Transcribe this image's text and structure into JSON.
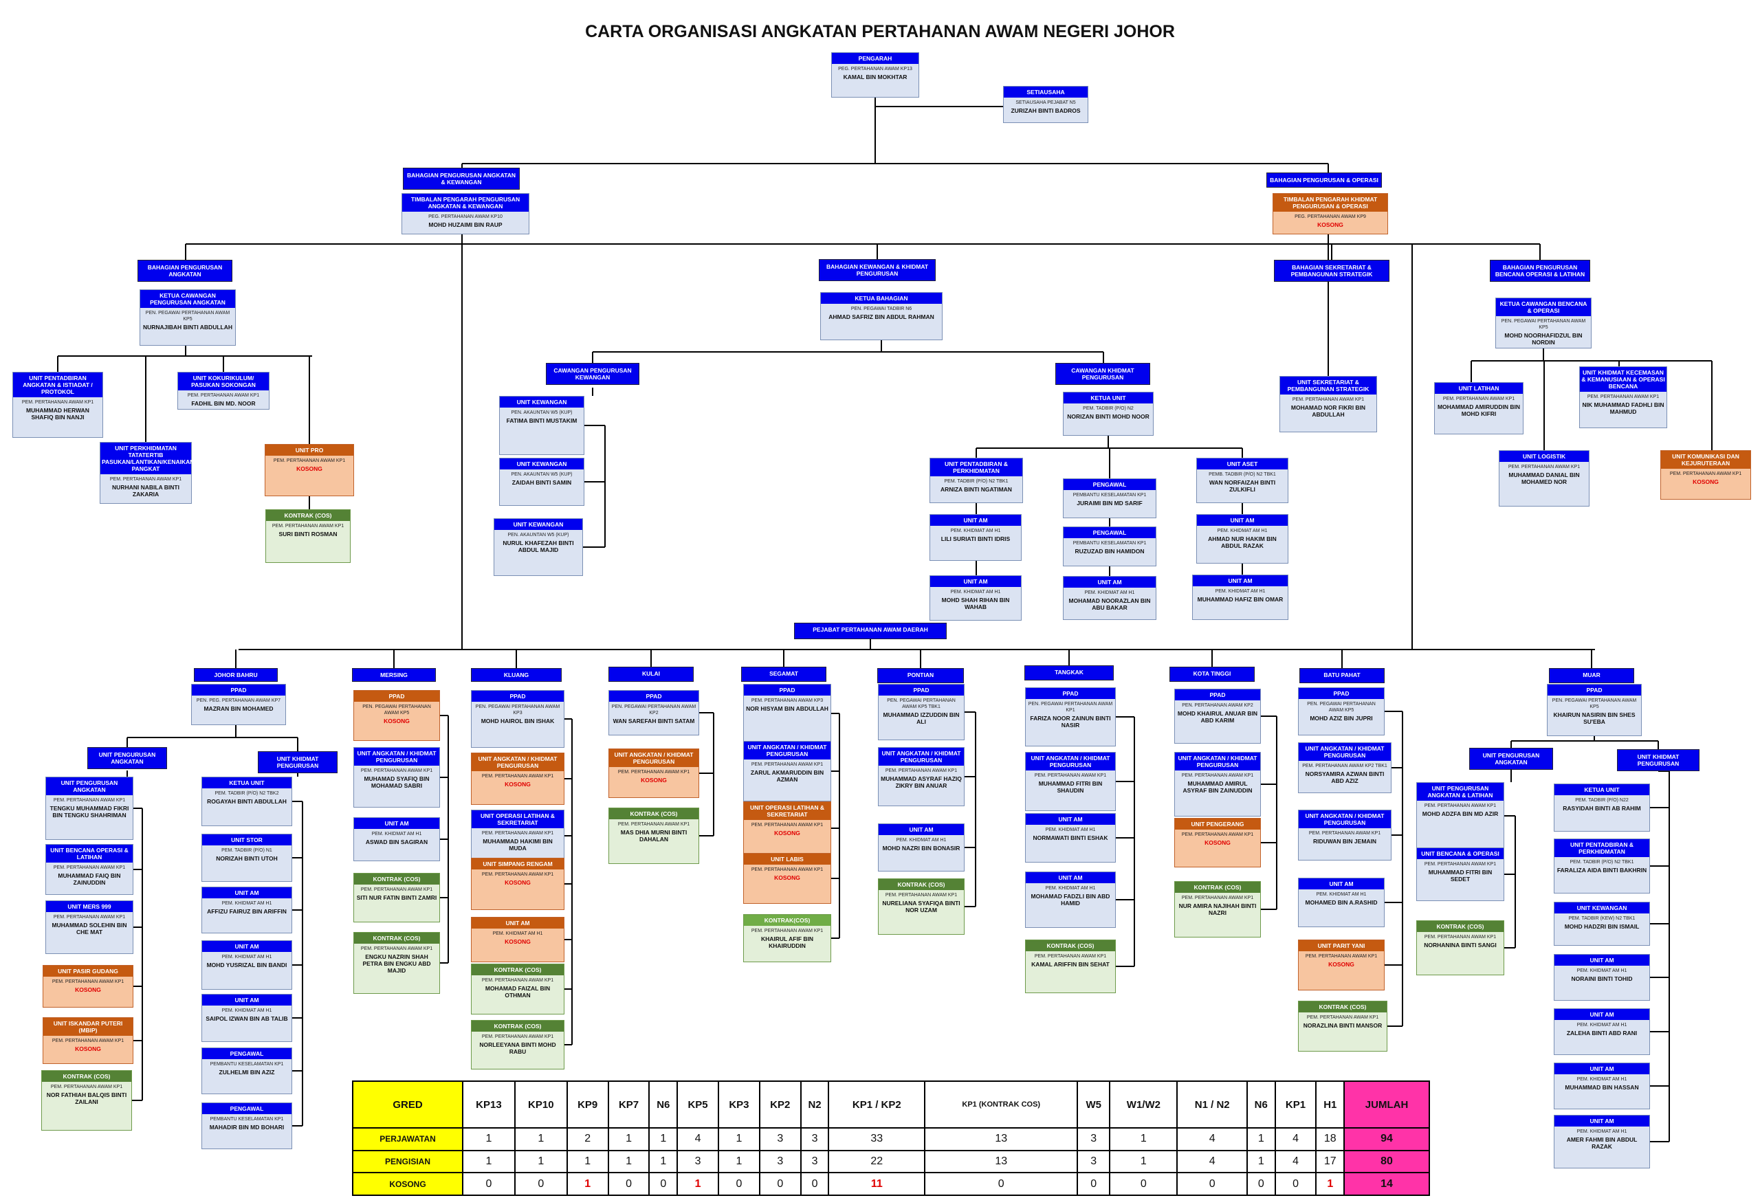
{
  "title": "CARTA ORGANISASI ANGKATAN PERTAHANAN AWAM NEGERI JOHOR",
  "colors": {
    "header_blue": "#0000ee",
    "body_blue": "#dbe3f2",
    "orange": "#c55a11",
    "green": "#548235",
    "kosong": "#e00000",
    "gred_yellow": "#ffff00",
    "jumlah_pink": "#ff33a8"
  },
  "boxes": [
    {
      "id": "pengarah",
      "h": "PENGARAH",
      "p": "PEG. PERTAHANAN AWAM KP13",
      "n": "KAMAL BIN MOKHTAR"
    },
    {
      "id": "setiausaha",
      "h": "SETIAUSAHA",
      "p": "SETIAUSAHA PEJABAT N5",
      "n": "ZURIZAH BINTI BADROS"
    },
    {
      "id": "bpak",
      "h": "BAHAGIAN PENGURUSAN ANGKATAN & KEWANGAN",
      "p": "",
      "n": ""
    },
    {
      "id": "tpak",
      "h": "TIMBALAN PENGARAH PENGURUSAN ANGKATAN & KEWANGAN",
      "p": "PEG. PERTAHANAN AWAM KP10",
      "n": "MOHD HUZAIMI BIN RAUP"
    },
    {
      "id": "bpo",
      "h": "BAHAGIAN PENGURUSAN & OPERASI",
      "p": "",
      "n": ""
    },
    {
      "id": "tpko",
      "h": "TIMBALAN PENGARAH KHIDMAT PENGURUSAN & OPERASI",
      "p": "PEG. PERTAHANAN AWAM KP9",
      "n": "KOSONG",
      "c": "orange",
      "k": true
    },
    {
      "id": "bpa",
      "h": "BAHAGIAN PENGURUSAN ANGKATAN",
      "p": "",
      "n": ""
    },
    {
      "id": "kcpa",
      "h": "KETUA CAWANGAN PENGURUSAN ANGKATAN",
      "p": "PEN. PEGAWAI PERTAHANAN AWAM KP5",
      "n": "NURNAJIBAH BINTI ABDULLAH"
    },
    {
      "id": "upatp",
      "h": "UNIT PENTADBIRAN ANGKATAN & ISTIADAT / PROTOKOL",
      "p": "PEM. PERTAHANAN AWAM KP1",
      "n": "MUHAMMAD HERWAN SHAFIQ BIN NANJI"
    },
    {
      "id": "ukps",
      "h": "UNIT KOKURIKULUM/ PASUKAN SOKONGAN",
      "p": "PEM. PERTAHANAN AWAM KP1",
      "n": "FADHIL BIN MD. NOOR"
    },
    {
      "id": "upt",
      "h": "UNIT PERKHIDMATAN TATATERTIB PASUKAN/LANTIKAN/KENAIKAN PANGKAT",
      "p": "PEM. PERTAHANAN AWAM KP1",
      "n": "NURHANI NABILA BINTI ZAKARIA"
    },
    {
      "id": "upro",
      "h": "UNIT PRO",
      "p": "PEM. PERTAHANAN AWAM KP1",
      "n": "KOSONG",
      "c": "orange",
      "k": true
    },
    {
      "id": "kcos1",
      "h": "KONTRAK (COS)",
      "p": "PEM. PERTAHANAN AWAM KP1",
      "n": "SURI BINTI ROSMAN",
      "c": "green"
    },
    {
      "id": "bkkp",
      "h": "BAHAGIAN KEWANGAN & KHIDMAT PENGURUSAN",
      "p": "",
      "n": ""
    },
    {
      "id": "kb",
      "h": "KETUA BAHAGIAN",
      "p": "PEN. PEGAWAI TADBIR N6",
      "n": "AHMAD SAFRIZ BIN ABDUL RAHMAN"
    },
    {
      "id": "cpk",
      "h": "CAWANGAN PENGURUSAN KEWANGAN",
      "p": "",
      "n": ""
    },
    {
      "id": "uk1",
      "h": "UNIT KEWANGAN",
      "p": "PEN. AKAUNTAN W5 (KUP)",
      "n": "FATIMA BINTI MUSTAKIM"
    },
    {
      "id": "uk2",
      "h": "UNIT KEWANGAN",
      "p": "PEN. AKAUNTAN W5 (KUP)",
      "n": "ZAIDAH BINTI SAMIN"
    },
    {
      "id": "uk3",
      "h": "UNIT KEWANGAN",
      "p": "PEN. AKAUNTAN W5 (KUP)",
      "n": "NURUL KHAFEZAH BINTI ABDUL MAJID"
    },
    {
      "id": "ckp",
      "h": "CAWANGAN KHIDMAT PENGURUSAN",
      "p": "",
      "n": ""
    },
    {
      "id": "ku",
      "h": "KETUA UNIT",
      "p": "PEM. TADBIR (P/O) N2",
      "n": "NORIZAN BINTI MOHD NOOR"
    },
    {
      "id": "upp",
      "h": "UNIT PENTADBIRAN & PERKHIDMATAN",
      "p": "PEM. TADBIR (P/O) N2 TBK1",
      "n": "ARNIZA BINTI NGATIMAN"
    },
    {
      "id": "uam1",
      "h": "UNIT AM",
      "p": "PEM. KHIDMAT AM H1",
      "n": "LILI SURIATI BINTI IDRIS"
    },
    {
      "id": "uam2",
      "h": "UNIT AM",
      "p": "PEM. KHIDMAT AM H1",
      "n": "MOHD SHAH RIHAN BIN WAHAB"
    },
    {
      "id": "peng1",
      "h": "PENGAWAL",
      "p": "PEMBANTU KESELAMATAN KP1",
      "n": "JURAIMI BIN MD SARIF"
    },
    {
      "id": "peng2",
      "h": "PENGAWAL",
      "p": "PEMBANTU KESELAMATAN KP1",
      "n": "RUZUZAD BIN HAMIDON"
    },
    {
      "id": "uam3",
      "h": "UNIT AM",
      "p": "PEM. KHIDMAT AM H1",
      "n": "MOHAMAD NOORAZLAN BIN ABU BAKAR"
    },
    {
      "id": "uaset",
      "h": "UNIT ASET",
      "p": "PEMB. TADBIR (P/O) N2 TBK1",
      "n": "WAN NORFAIZAH BINTI ZULKIFLI"
    },
    {
      "id": "uam4",
      "h": "UNIT AM",
      "p": "PEM. KHIDMAT AM H1",
      "n": "AHMAD NUR HAKIM BIN ABDUL RAZAK"
    },
    {
      "id": "uam5",
      "h": "UNIT AM",
      "p": "PEM. KHIDMAT AM H1",
      "n": "MUHAMMAD HAFIZ BIN OMAR"
    },
    {
      "id": "bspt",
      "h": "BAHAGIAN SEKRETARIAT & PEMBANGUNAN STRATEGIK",
      "p": "",
      "n": ""
    },
    {
      "id": "uspt",
      "h": "UNIT SEKRETARIAT & PEMBANGUNAN STRATEGIK",
      "p": "PEM. PERTAHANAN AWAM KP1",
      "n": "MOHAMAD NOR FIKRI BIN ABDULLAH"
    },
    {
      "id": "bpbol",
      "h": "BAHAGIAN PENGURUSAN BENCANA OPERASI & LATIHAN",
      "p": "",
      "n": ""
    },
    {
      "id": "kcbol",
      "h": "KETUA CAWANGAN BENCANA & OPERASI",
      "p": "PEN. PEGAWAI PERTAHANAN AWAM KP5",
      "n": "MOHD NOORHAFIDZUL BIN NORDIN"
    },
    {
      "id": "ulat",
      "h": "UNIT LATIHAN",
      "p": "PEM. PERTAHANAN AWAM KP1",
      "n": "MOHAMMAD AMIRUDDIN BIN MOHD KIFRI"
    },
    {
      "id": "ukkob",
      "h": "UNIT KHIDMAT KECEMASAN & KEMANUSIAAN & OPERASI BENCANA",
      "p": "PEM. PERTAHANAN AWAM KP1",
      "n": "NIK MUHAMMAD FADHLI BIN MAHMUD"
    },
    {
      "id": "ulog",
      "h": "UNIT LOGISTIK",
      "p": "PEM. PERTAHANAN AWAM KP1",
      "n": "MUHAMMAD DANIAL BIN MOHAMED NOR"
    },
    {
      "id": "ukk",
      "h": "UNIT KOMUNIKASI DAN KEJURUTERAAN",
      "p": "PEM. PERTAHANAN AWAM KP1",
      "n": "KOSONG",
      "c": "orange",
      "k": true
    },
    {
      "id": "jb_ppad",
      "h": "PPAD",
      "p": "PEN. PEG. PERTAHANAN AWAM KP7",
      "n": "MAZRAN BIN MOHAMED"
    },
    {
      "id": "jb_upa",
      "h": "UNIT PENGURUSAN ANGKATAN",
      "p": "",
      "n": ""
    },
    {
      "id": "jb_ukp",
      "h": "UNIT KHIDMAT PENGURUSAN",
      "p": "",
      "n": ""
    },
    {
      "id": "jb_upal",
      "h": "UNIT PENGURUSAN ANGKATAN",
      "p": "PEM. PERTAHANAN AWAM KP1",
      "n": "TENGKU MUHAMMAD FIKRI BIN TENGKU SHAHRIMAN"
    },
    {
      "id": "jb_ubol",
      "h": "UNIT BENCANA OPERASI & LATIHAN",
      "p": "PEM. PERTAHANAN AWAM KP1",
      "n": "MUHAMMAD FAIQ BIN ZAINUDDIN"
    },
    {
      "id": "jb_mers",
      "h": "UNIT MERS 999",
      "p": "PEM. PERTAHANAN AWAM KP1",
      "n": "MUHAMMAD SOLEHIN BIN CHE MAT"
    },
    {
      "id": "jb_upg",
      "h": "UNIT PASIR GUDANG",
      "p": "PEM. PERTAHANAN AWAM KP1",
      "n": "KOSONG",
      "c": "orange",
      "k": true
    },
    {
      "id": "jb_uip",
      "h": "UNIT ISKANDAR PUTERI (MBIP)",
      "p": "PEM. PERTAHANAN AWAM KP1",
      "n": "KOSONG",
      "c": "orange",
      "k": true
    },
    {
      "id": "jb_kcos",
      "h": "KONTRAK (COS)",
      "p": "PEM. PERTAHANAN AWAM KP1",
      "n": "NOR FATHIAH BALQIS BINTI ZAILANI",
      "c": "green"
    },
    {
      "id": "jb_ku",
      "h": "KETUA UNIT",
      "p": "PEM. TADBIR (P/O) N2 TBK2",
      "n": "ROGAYAH BINTI ABDULLAH"
    },
    {
      "id": "jb_ustor",
      "h": "UNIT STOR",
      "p": "PEM. TADBIR (P/O) N1",
      "n": "NORIZAH BINTI UTOH"
    },
    {
      "id": "jb_uam1",
      "h": "UNIT AM",
      "p": "PEM. KHIDMAT AM H1",
      "n": "AFFIZU FAIRUZ BIN ARIFFIN"
    },
    {
      "id": "jb_uam2",
      "h": "UNIT AM",
      "p": "PEM. KHIDMAT AM H1",
      "n": "MOHD YUSRIZAL BIN BANDI"
    },
    {
      "id": "jb_uam3",
      "h": "UNIT AM",
      "p": "PEM. KHIDMAT AM H1",
      "n": "SAIPOL IZWAN BIN AB TALIB"
    },
    {
      "id": "jb_peng1",
      "h": "PENGAWAL",
      "p": "PEMBANTU KESELAMATAN KP1",
      "n": "ZULHELMI BIN AZIZ"
    },
    {
      "id": "jb_peng2",
      "h": "PENGAWAL",
      "p": "PEMBANTU KESELAMATAN KP1",
      "n": "MAHADIR BIN MD BOHARI"
    },
    {
      "id": "me_ppad",
      "h": "PPAD",
      "p": "PEN. PEGAWAI PERTAHANAN AWAM KP5",
      "n": "KOSONG",
      "c": "orange",
      "k": true
    },
    {
      "id": "me_uakp",
      "h": "UNIT ANGKATAN / KHIDMAT PENGURUSAN",
      "p": "PEM. PERTAHANAN AWAM KP1",
      "n": "MUHAMAD SYAFIQ BIN MOHAMAD SABRI"
    },
    {
      "id": "me_uam",
      "h": "UNIT AM",
      "p": "PEM. KHIDMAT AM H1",
      "n": "ASWAD BIN SAGIRAN"
    },
    {
      "id": "me_kcos1",
      "h": "KONTRAK (COS)",
      "p": "PEM. PERTAHANAN AWAM KP1",
      "n": "SITI NUR FATIN BINTI ZAMRI",
      "c": "green"
    },
    {
      "id": "me_kcos2",
      "h": "KONTRAK (COS)",
      "p": "PEM. PERTAHANAN AWAM KP1",
      "n": "ENGKU NAZRIN SHAH PETRA BIN ENGKU ABD MAJID",
      "c": "green"
    },
    {
      "id": "kl_ppad",
      "h": "PPAD",
      "p": "PEN. PEGAWAI PERTAHANAN AWAM KP3",
      "n": "MOHD HAIROL BIN ISHAK"
    },
    {
      "id": "kl_uakp",
      "h": "UNIT ANGKATAN / KHIDMAT PENGURUSAN",
      "p": "PEM. PERTAHANAN AWAM KP1",
      "n": "KOSONG",
      "c": "orange",
      "k": true
    },
    {
      "id": "kl_uols",
      "h": "UNIT OPERASI LATIHAN & SEKRETARIAT",
      "p": "PEM. PERTAHANAN AWAM KP1",
      "n": "MUHAMMAD HAKIMI BIN MUDA"
    },
    {
      "id": "kl_usr",
      "h": "UNIT SIMPANG RENGAM",
      "p": "PEM. PERTAHANAN AWAM KP1",
      "n": "KOSONG",
      "c": "orange",
      "k": true
    },
    {
      "id": "kl_uam",
      "h": "UNIT AM",
      "p": "PEM. KHIDMAT AM H1",
      "n": "KOSONG",
      "c": "orange",
      "k": true
    },
    {
      "id": "kl_kcos1",
      "h": "KONTRAK (COS)",
      "p": "PEM. PERTAHANAN AWAM KP1",
      "n": "MOHAMAD FAIZAL BIN OTHMAN",
      "c": "green"
    },
    {
      "id": "kl_kcos2",
      "h": "KONTRAK (COS)",
      "p": "PEM. PERTAHANAN AWAM KP1",
      "n": "NORLEEYANA BINTI MOHD RABU",
      "c": "green"
    },
    {
      "id": "ku_ppad",
      "h": "PPAD",
      "p": "PEN. PEGAWAI PERTAHANAN AWAM KP2",
      "n": "WAN SAREFAH BINTI SATAM"
    },
    {
      "id": "ku_uakp",
      "h": "UNIT ANGKATAN / KHIDMAT PENGURUSAN",
      "p": "PEM. PERTAHANAN AWAM KP1",
      "n": "KOSONG",
      "c": "orange",
      "k": true
    },
    {
      "id": "ku_kcos",
      "h": "KONTRAK (COS)",
      "p": "PEM. PERTAHANAN AWAM KP1",
      "n": "MAS DHIA MURNI BINTI DAHALAN",
      "c": "green"
    },
    {
      "id": "se_ppad",
      "h": "PPAD",
      "p": "PEM. PERTAHANAN AWAM KP3",
      "n": "NOR HISYAM BIN ABDULLAH"
    },
    {
      "id": "se_uakp",
      "h": "UNIT ANGKATAN / KHIDMAT PENGURUSAN",
      "p": "PEM. PERTAHANAN AWAM KP1",
      "n": "ZARUL AKMARUDDIN BIN AZMAN"
    },
    {
      "id": "se_uols",
      "h": "UNIT OPERASI LATIHAN & SEKRETARIAT",
      "p": "PEM. PERTAHANAN AWAM KP1",
      "n": "KOSONG",
      "c": "orange",
      "k": true
    },
    {
      "id": "se_ul",
      "h": "UNIT LABIS",
      "p": "PEM. PERTAHANAN AWAM KP1",
      "n": "KOSONG",
      "c": "orange",
      "k": true
    },
    {
      "id": "se_kcos",
      "h": "KONTRAK(COS)",
      "p": "PEM. PERTAHANAN AWAM KP1",
      "n": "KHAIRUL AFIF BIN KHAIRUDDIN",
      "c": "lgreen"
    },
    {
      "id": "po_ppad",
      "h": "PPAD",
      "p": "PEN. PEGAWAI PERTAHANAN AWAM KP5 TBK1",
      "n": "MUHAMMAD IZZUDDIN BIN ALI"
    },
    {
      "id": "po_uakp",
      "h": "UNIT ANGKATAN / KHIDMAT PENGURUSAN",
      "p": "PEM. PERTAHANAN AWAM KP1",
      "n": "MUHAMMAD ASYRAF HAZIQ ZIKRY BIN ANUAR"
    },
    {
      "id": "po_uam",
      "h": "UNIT AM",
      "p": "PEM. KHIDMAT AM H1",
      "n": "MOHD NAZRI BIN BONASIR"
    },
    {
      "id": "po_kcos",
      "h": "KONTRAK (COS)",
      "p": "PEM. PERTAHANAN AWAM KP1",
      "n": "NURELIANA SYAFIQA BINTI NOR UZAM",
      "c": "green"
    },
    {
      "id": "ta_ppad",
      "h": "PPAD",
      "p": "PEN. PEGAWAI PERTAHANAN AWAM KP1",
      "n": "FARIZA NOOR ZAINUN BINTI NASIR"
    },
    {
      "id": "ta_uakp",
      "h": "UNIT ANGKATAN / KHIDMAT PENGURUSAN",
      "p": "PEM. PERTAHANAN AWAM KP1",
      "n": "MUHAMMAD FITRI BIN SHAUDIN"
    },
    {
      "id": "ta_uam1",
      "h": "UNIT AM",
      "p": "PEM. KHIDMAT AM H1",
      "n": "NORMAWATI BINTI ESHAK"
    },
    {
      "id": "ta_uam2",
      "h": "UNIT AM",
      "p": "PEM. KHIDMAT AM H1",
      "n": "MOHAMAD FADZLI BIN ABD HAMID"
    },
    {
      "id": "ta_kcos",
      "h": "KONTRAK (COS)",
      "p": "PEM. PERTAHANAN AWAM KP1",
      "n": "KAMAL ARIFFIN BIN SEHAT",
      "c": "green"
    },
    {
      "id": "kt_ppad",
      "h": "PPAD",
      "p": "PEN. PERTAHANAN AWAM KP2",
      "n": "MOHD KHAIRUL ANUAR BIN ABD KARIM"
    },
    {
      "id": "kt_uakp",
      "h": "UNIT ANGKATAN / KHIDMAT PENGURUSAN",
      "p": "PEM. PERTAHANAN AWAM KP1",
      "n": "MUHAMMAD AMIRUL ASYRAF BIN ZAINUDDIN"
    },
    {
      "id": "kt_upg",
      "h": "UNIT PENGERANG",
      "p": "PEM. PERTAHANAN AWAM KP1",
      "n": "KOSONG",
      "c": "orange",
      "k": true
    },
    {
      "id": "kt_kcos",
      "h": "KONTRAK (COS)",
      "p": "PEM. PERTAHANAN AWAM KP1",
      "n": "NUR AMIRA NAJIHAH BINTI NAZRI",
      "c": "green"
    },
    {
      "id": "bp_ppad",
      "h": "PPAD",
      "p": "PEN. PEGAWAI PERTAHANAN AWAM KP5",
      "n": "MOHD AZIZ BIN JUPRI"
    },
    {
      "id": "bp_uakp1",
      "h": "UNIT ANGKATAN / KHIDMAT PENGURUSAN",
      "p": "PEM. PERTAHANAN AWAM KP2 TBK1",
      "n": "NORSYAMIRA AZWAN BINTI ABD AZIZ"
    },
    {
      "id": "bp_uakp2",
      "h": "UNIT ANGKATAN / KHIDMAT PENGURUSAN",
      "p": "PEM. PERTAHANAN AWAM KP1",
      "n": "RIDUWAN BIN JEMAIN"
    },
    {
      "id": "bp_uam",
      "h": "UNIT AM",
      "p": "PEM. KHIDMAT AM H1",
      "n": "MOHAMED BIN A.RASHID"
    },
    {
      "id": "bp_upy",
      "h": "UNIT PARIT YANI",
      "p": "PEM. PERTAHANAN AWAM KP1",
      "n": "KOSONG",
      "c": "orange",
      "k": true
    },
    {
      "id": "bp_kcos",
      "h": "KONTRAK (COS)",
      "p": "PEM. PERTAHANAN AWAM KP1",
      "n": "NORAZLINA BINTI MANSOR",
      "c": "green"
    },
    {
      "id": "mu_ppad",
      "h": "PPAD",
      "p": "PEN. PEGAWAI PERTAHANAN AWAM KP5",
      "n": "KHAIRUN NASIRIN BIN SHES SU'EBA"
    },
    {
      "id": "mu_upa",
      "h": "UNIT PENGURUSAN ANGKATAN",
      "p": "",
      "n": ""
    },
    {
      "id": "mu_ukp",
      "h": "UNIT KHIDMAT PENGURUSAN",
      "p": "",
      "n": ""
    },
    {
      "id": "mu_upal",
      "h": "UNIT PENGURUSAN ANGKATAN & LATIHAN",
      "p": "PEM. PERTAHANAN AWAM KP1",
      "n": "MOHD ADZFA BIN MD AZIR"
    },
    {
      "id": "mu_ubo",
      "h": "UNIT BENCANA & OPERASI",
      "p": "PEM. PERTAHANAN AWAM KP1",
      "n": "MUHAMMAD FITRI BIN SEDET"
    },
    {
      "id": "mu_kcos",
      "h": "KONTRAK (COS)",
      "p": "PEM. PERTAHANAN AWAM KP1",
      "n": "NORHANINA BINTI SANGI",
      "c": "green"
    },
    {
      "id": "mu_ku",
      "h": "KETUA UNIT",
      "p": "PEM. TADBIR (P/O) N22",
      "n": "RASYIDAH BINTI AB RAHIM"
    },
    {
      "id": "mu_upp",
      "h": "UNIT PENTADBIRAN & PERKHIDMATAN",
      "p": "PEM. TADBIR (P/O) N2 TBK1",
      "n": "FARALIZA AIDA BINTI BAKHRIN"
    },
    {
      "id": "mu_ukew",
      "h": "UNIT KEWANGAN",
      "p": "PEM. TADBIR (KEW) N2 TBK1",
      "n": "MOHD HADZRI BIN ISMAIL"
    },
    {
      "id": "mu_uam1",
      "h": "UNIT AM",
      "p": "PEM. KHIDMAT AM H1",
      "n": "NORAINI BINTI TOHID"
    },
    {
      "id": "mu_uam2",
      "h": "UNIT AM",
      "p": "PEM. KHIDMAT AM H1",
      "n": "ZALEHA BINTI ABD RANI"
    },
    {
      "id": "mu_uam3",
      "h": "UNIT AM",
      "p": "PEM. KHIDMAT AM H1",
      "n": "MUHAMMAD BIN HASSAN"
    },
    {
      "id": "mu_uam4",
      "h": "UNIT AM",
      "p": "PEM. KHIDMAT AM H1",
      "n": "AMER FAHMI BIN ABDUL RAZAK"
    }
  ],
  "tags": [
    {
      "id": "ppad_daerah",
      "t": "PEJABAT PERTAHANAN AWAM DAERAH"
    },
    {
      "id": "d_jb",
      "t": "JOHOR BAHRU"
    },
    {
      "id": "d_me",
      "t": "MERSING"
    },
    {
      "id": "d_kl",
      "t": "KLUANG"
    },
    {
      "id": "d_ku",
      "t": "KULAI"
    },
    {
      "id": "d_se",
      "t": "SEGAMAT"
    },
    {
      "id": "d_po",
      "t": "PONTIAN"
    },
    {
      "id": "d_ta",
      "t": "TANGKAK"
    },
    {
      "id": "d_kt",
      "t": "KOTA TINGGI"
    },
    {
      "id": "d_bp",
      "t": "BATU PAHAT"
    },
    {
      "id": "d_mu",
      "t": "MUAR"
    }
  ],
  "summary": {
    "headers": [
      "GRED",
      "KP13",
      "KP10",
      "KP9",
      "KP7",
      "N6",
      "KP5",
      "KP3",
      "KP2",
      "N2",
      "KP1 / KP2",
      "KP1 (KONTRAK COS)",
      "W5",
      "W1/W2",
      "N1 / N2",
      "N6",
      "KP1",
      "H1",
      "JUMLAH"
    ],
    "rows": [
      {
        "label": "PERJAWATAN",
        "values": [
          "1",
          "1",
          "2",
          "1",
          "1",
          "4",
          "1",
          "3",
          "3",
          "33",
          "13",
          "3",
          "1",
          "4",
          "1",
          "4",
          "18"
        ],
        "total": "94"
      },
      {
        "label": "PENGISIAN",
        "values": [
          "1",
          "1",
          "1",
          "1",
          "1",
          "3",
          "1",
          "3",
          "3",
          "22",
          "13",
          "3",
          "1",
          "4",
          "1",
          "4",
          "17"
        ],
        "total": "80"
      },
      {
        "label": "KOSONG",
        "values": [
          "0",
          "0",
          "1",
          "0",
          "0",
          "1",
          "0",
          "0",
          "0",
          "11",
          "0",
          "0",
          "0",
          "0",
          "0",
          "0",
          "1"
        ],
        "total": "14"
      }
    ]
  }
}
